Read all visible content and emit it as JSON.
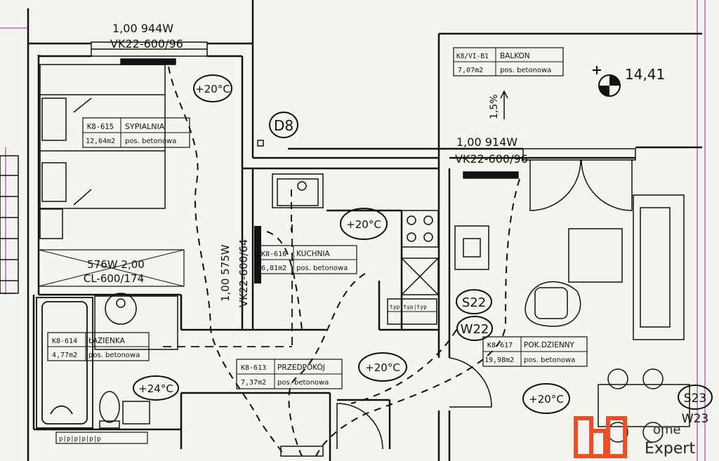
{
  "windows": {
    "top": {
      "dims": "1,00  944W",
      "code": "VK22-600/96"
    },
    "living": {
      "dims": "1,00  914W",
      "code": "VK22-600/96"
    }
  },
  "radiator_kitchen": {
    "dims": "1,00  575W",
    "code": "VK22-600/64"
  },
  "radiator_bath": {
    "dims": "576W  2,00",
    "code": "CL-600/174"
  },
  "rooms": [
    {
      "code": "K8-615",
      "name": "SYPIALNIA",
      "area": "12,64m2",
      "floor": "pos. betonowa"
    },
    {
      "code": "K8-616",
      "name": "KUCHNIA",
      "area": "6,81m2",
      "floor": "pos. betonowa"
    },
    {
      "code": "K8-614",
      "name": "ŁAZIENKA",
      "area": "4,77m2",
      "floor": "pos. betonowa"
    },
    {
      "code": "K8-613",
      "name": "PRZEDPOKÓJ",
      "area": "7,37m2",
      "floor": "pos. betonowa"
    },
    {
      "code": "K8-617",
      "name": "POK.DZIENNY",
      "area": "19,98m2",
      "floor": "pos. betonowa"
    },
    {
      "code": "K8/VI-B1",
      "name": "BALKON",
      "area": "7,07m2",
      "floor": "pos. betonowa"
    }
  ],
  "temps": [
    "+20°C",
    "+20°C",
    "+24°C",
    "+20°C",
    "+20°C"
  ],
  "tags": {
    "d8": "D8",
    "s22": "S22",
    "w22": "W22",
    "s23": "S23",
    "w23": "W23"
  },
  "elevation": "14,41",
  "slope": "1,5%",
  "fixtures": {
    "kitchen_outlets": "typ|typ|typ",
    "bath_outlets": "p|p|p|p|p|p"
  },
  "watermark": {
    "top": "ome",
    "bottom": "Expert"
  },
  "colors": {
    "accent_pink": "#c98bc4",
    "logo_orange": "#f04e23",
    "ink": "#111111"
  }
}
